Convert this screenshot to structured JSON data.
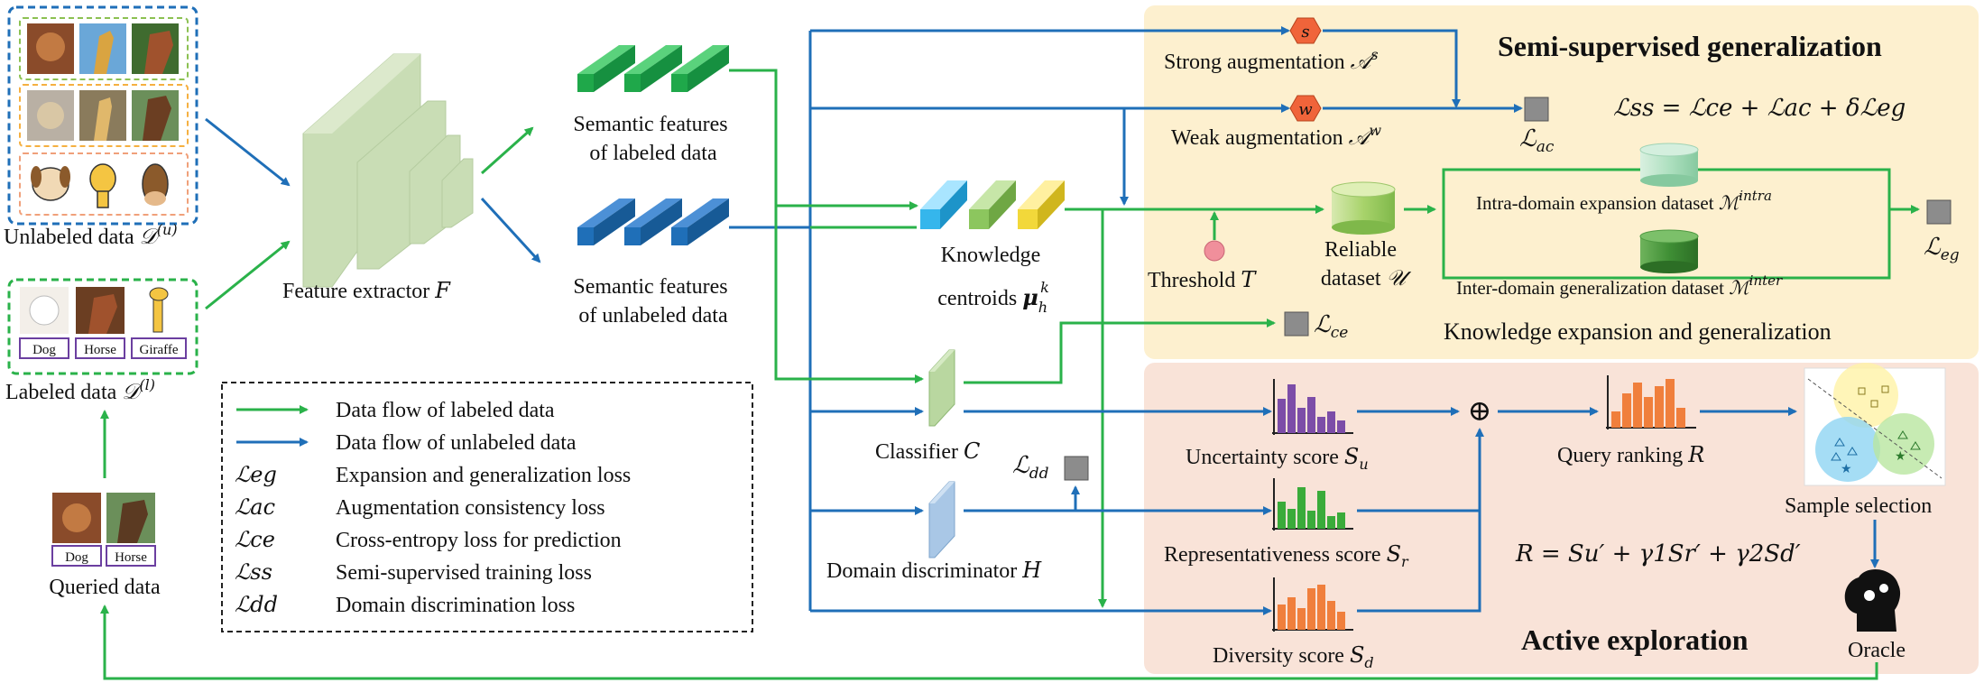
{
  "colors": {
    "green": "#2ab24a",
    "blue": "#1f6fb8",
    "semi_panel": "#fdf0cf",
    "active_panel": "#f9e3d8",
    "feature_green": "#c9ddb5",
    "gray_box": "#8c8c8c"
  },
  "inputs": {
    "unlabeled": "Unlabeled data",
    "unlabeled_sym": "𝒟",
    "unlabeled_sup": "(u)",
    "labeled": "Labeled data",
    "labeled_sym": "𝒟",
    "labeled_sup": "(l)",
    "tags_labeled": [
      "Dog",
      "Horse",
      "Giraffe"
    ],
    "queried": "Queried data",
    "tags_queried": [
      "Dog",
      "Horse"
    ]
  },
  "extractor": {
    "label": "Feature extractor",
    "sym": "F"
  },
  "features": {
    "labeled_line1": "Semantic features",
    "labeled_line2": "of labeled data",
    "unlabeled_line1": "Semantic features",
    "unlabeled_line2": "of unlabeled data"
  },
  "centroids": {
    "line1": "Knowledge",
    "line2": "centroids",
    "sym": "μ",
    "sub": "h",
    "sup": "k"
  },
  "classifier": {
    "label": "Classifier",
    "sym": "C"
  },
  "discriminator": {
    "label": "Domain discriminator",
    "sym": "H"
  },
  "losses": {
    "ce": "ℒ",
    "ce_sub": "ce",
    "dd": "ℒ",
    "dd_sub": "dd",
    "ac": "ℒ",
    "ac_sub": "ac",
    "eg": "ℒ",
    "eg_sub": "eg"
  },
  "semi": {
    "title": "Semi-supervised generalization",
    "strong": "Strong augmentation",
    "strong_sym": "𝒜",
    "strong_sup": "s",
    "strong_badge": "s",
    "weak": "Weak augmentation",
    "weak_sym": "𝒜",
    "weak_sup": "w",
    "weak_badge": "w",
    "formula": "ℒss = ℒce + ℒac + δℒeg",
    "threshold": "Threshold",
    "threshold_sym": "T",
    "reliable_line1": "Reliable",
    "reliable_line2": "dataset",
    "reliable_sym": "𝒰",
    "intra": "Intra-domain expansion dataset",
    "intra_sym": "ℳ",
    "intra_sup": "intra",
    "inter": "Inter-domain generalization dataset",
    "inter_sym": "ℳ",
    "inter_sup": "inter",
    "caption": "Knowledge expansion and generalization"
  },
  "active": {
    "title": "Active exploration",
    "uncertainty": "Uncertainty score",
    "uncertainty_sym": "S",
    "uncertainty_sub": "u",
    "representativeness": "Representativeness score",
    "representativeness_sym": "S",
    "representativeness_sub": "r",
    "diversity": "Diversity score",
    "diversity_sym": "S",
    "diversity_sub": "d",
    "query": "Query ranking",
    "query_sym": "R",
    "sample": "Sample selection",
    "oracle": "Oracle",
    "formula": "R = Su′ + γ1Sr′ + γ2Sd′",
    "combine": "⊕"
  },
  "legend": {
    "items": [
      {
        "key": "arrow-green",
        "text": "Data flow of labeled data"
      },
      {
        "key": "arrow-blue",
        "text": "Data flow of unlabeled data"
      },
      {
        "key": "ℒeg",
        "text": "Expansion and generalization loss"
      },
      {
        "key": "ℒac",
        "text": "Augmentation consistency loss"
      },
      {
        "key": "ℒce",
        "text": "Cross-entropy loss for prediction"
      },
      {
        "key": "ℒss",
        "text": "Semi-supervised training loss"
      },
      {
        "key": "ℒdd",
        "text": "Domain discrimination loss"
      }
    ]
  }
}
